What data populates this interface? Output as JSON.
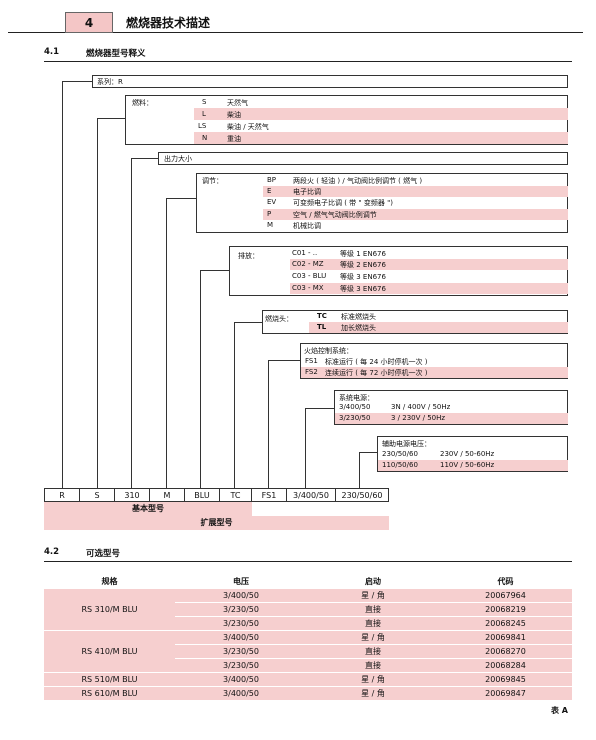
{
  "chapter": {
    "number": "4",
    "title": "燃烧器技术描述"
  },
  "sec1": {
    "number": "4.1",
    "title": "燃烧器型号释义"
  },
  "series": "系列：R",
  "fuel": {
    "label": "燃料：",
    "rows": [
      {
        "code": "S",
        "text": "天然气"
      },
      {
        "code": "L",
        "text": "柴油"
      },
      {
        "code": "LS",
        "text": "柴油 / 天然气"
      },
      {
        "code": "N",
        "text": "重油"
      }
    ]
  },
  "output": "出力大小",
  "regulation": {
    "label": "调节：",
    "rows": [
      {
        "code": "BP",
        "text": "两段火 ( 轻油 ) / 气动阀比例调节 ( 燃气 )"
      },
      {
        "code": "E",
        "text": "电子比调"
      },
      {
        "code": "EV",
        "text": "可变频电子比调 ( 带 \" 变频器 \")"
      },
      {
        "code": "P",
        "text": "空气 / 燃气气动阀比例调节"
      },
      {
        "code": "M",
        "text": "机械比调"
      }
    ]
  },
  "emission": {
    "label": "排放：",
    "rows": [
      {
        "code": "C01 - ..",
        "text": "等级 1 EN676"
      },
      {
        "code": "C02 - MZ",
        "text": "等级 2 EN676"
      },
      {
        "code": "C03 - BLU",
        "text": "等级 3 EN676"
      },
      {
        "code": "C03 - MX",
        "text": "等级 3 EN676"
      }
    ]
  },
  "head": {
    "label": "燃烧头：",
    "rows": [
      {
        "code": "TC",
        "text": "标准燃烧头"
      },
      {
        "code": "TL",
        "text": "加长燃烧头"
      }
    ]
  },
  "flame": {
    "label": "火焰控制系统：",
    "rows": [
      {
        "code": "FS1",
        "text": "标准运行 ( 每 24 小时停机一次 )"
      },
      {
        "code": "FS2",
        "text": "连续运行 ( 每 72 小时停机一次 )"
      }
    ]
  },
  "power": {
    "label": "系统电源：",
    "rows": [
      {
        "code": "3/400/50",
        "text": "3N / 400V / 50Hz"
      },
      {
        "code": "3/230/50",
        "text": "3 / 230V / 50Hz"
      }
    ]
  },
  "aux": {
    "label": "辅助电源电压：",
    "rows": [
      {
        "code": "230/50/60",
        "text": "230V / 50-60Hz"
      },
      {
        "code": "110/50/60",
        "text": "110V / 50-60Hz"
      }
    ]
  },
  "model_cells": [
    "R",
    "S",
    "310",
    "M",
    "BLU",
    "TC",
    "FS1",
    "3/400/50",
    "230/50/60"
  ],
  "basic_model": "基本型号",
  "ext_model": "扩展型号",
  "sec2": {
    "number": "4.2",
    "title": "可选型号"
  },
  "table": {
    "headers": [
      "规格",
      "电压",
      "启动",
      "代码"
    ],
    "groups": [
      {
        "model": "RS 310/M BLU",
        "rows": [
          [
            "3/400/50",
            "星 / 角",
            "20067964"
          ],
          [
            "3/230/50",
            "直接",
            "20068219"
          ],
          [
            "3/230/50",
            "直接",
            "20068245"
          ]
        ]
      },
      {
        "model": "RS 410/M BLU",
        "rows": [
          [
            "3/400/50",
            "星 / 角",
            "20069841"
          ],
          [
            "3/230/50",
            "直接",
            "20068270"
          ],
          [
            "3/230/50",
            "直接",
            "20068284"
          ]
        ]
      },
      {
        "model": "RS 510/M BLU",
        "rows": [
          [
            "3/400/50",
            "星 / 角",
            "20069845"
          ]
        ]
      },
      {
        "model": "RS 610/M BLU",
        "rows": [
          [
            "3/400/50",
            "星 / 角",
            "20069847"
          ]
        ]
      }
    ],
    "caption": "表 A"
  }
}
